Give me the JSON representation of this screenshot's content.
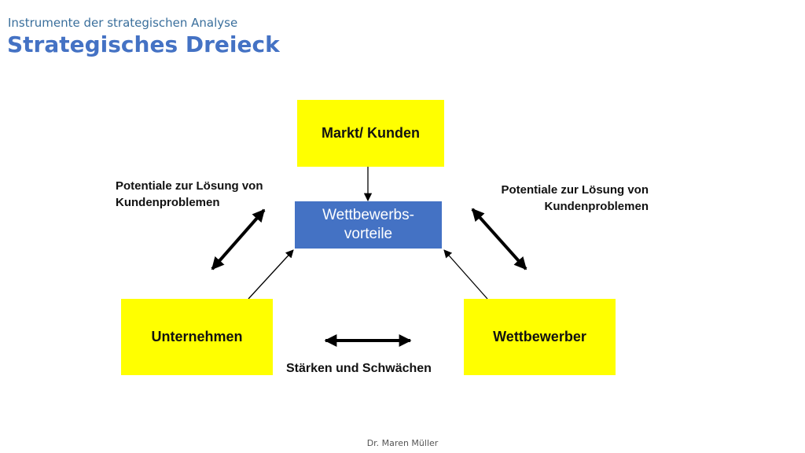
{
  "header": {
    "subtitle": "Instrumente der strategischen Analyse",
    "title": "Strategisches Dreieck"
  },
  "diagram": {
    "top_box": "Markt/ Kunden",
    "center_box_line1": "Wettbewerbs-",
    "center_box_line2": "vorteile",
    "left_box": "Unternehmen",
    "right_box": "Wettbewerber",
    "left_label_line1": "Potentiale zur Lösung von",
    "left_label_line2": "Kundenproblemen",
    "right_label_line1": "Potentiale zur Lösung von",
    "right_label_line2": "Kundenproblemen",
    "bottom_label": "Stärken und Schwächen"
  },
  "footer": {
    "author": "Dr. Maren Müller"
  },
  "colors": {
    "title": "#4472c4",
    "box_yellow": "#ffff00",
    "box_blue": "#4472c4"
  }
}
